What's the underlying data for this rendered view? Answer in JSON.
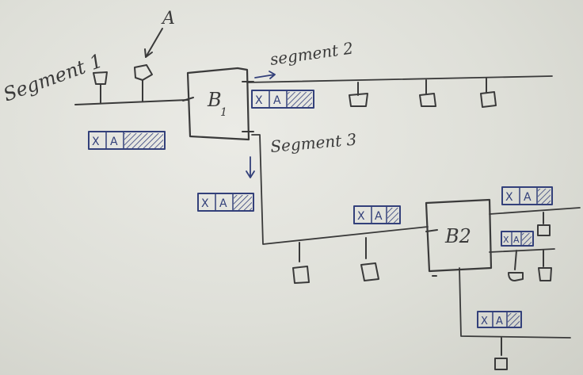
{
  "labels": {
    "segment1": "Segment 1",
    "segment2": "segment 2",
    "segment3": "Segment 3",
    "host_a": "A",
    "bridge1_letter": "B",
    "bridge1_sub": "1",
    "bridge2": "B2"
  },
  "frame": {
    "dest": "X",
    "src": "A"
  },
  "colors": {
    "ink": "#3a3a3a",
    "frame_ink": "#33407a",
    "board": "#e4e4de"
  }
}
